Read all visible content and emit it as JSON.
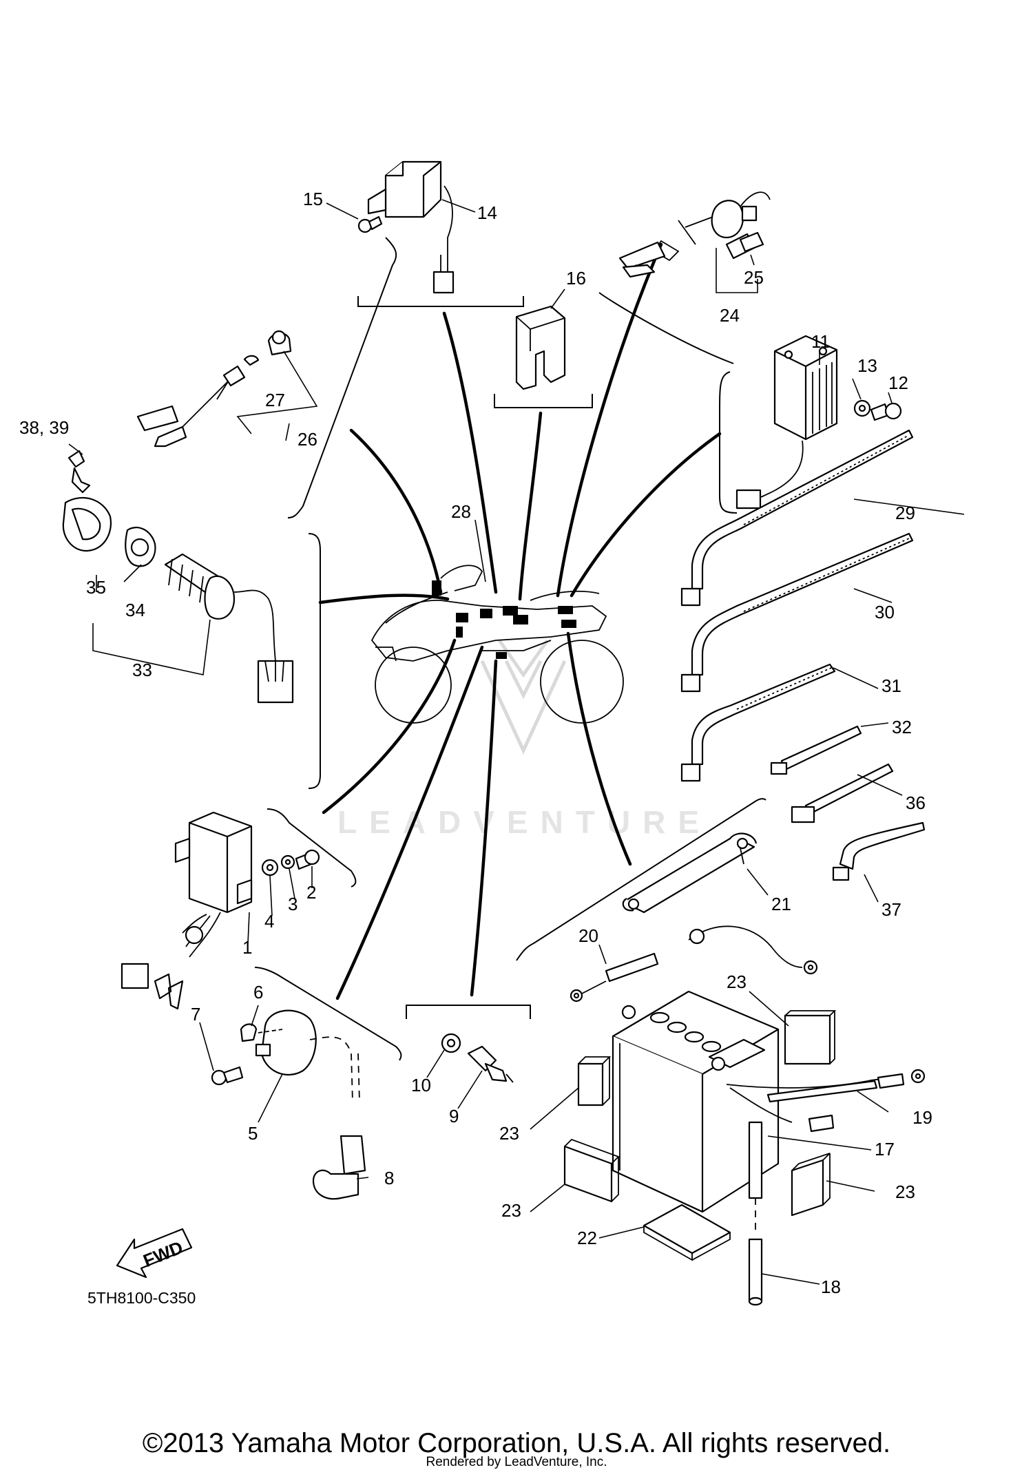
{
  "diagram": {
    "code": "5TH8100-C350",
    "fwd_label": "FWD",
    "watermark": "LEADVENTURE",
    "callouts": {
      "c1": "1",
      "c2": "2",
      "c3": "3",
      "c4": "4",
      "c5": "5",
      "c6": "6",
      "c7": "7",
      "c8": "8",
      "c9": "9",
      "c10": "10",
      "c11": "11",
      "c12": "12",
      "c13": "13",
      "c14": "14",
      "c15": "15",
      "c16": "16",
      "c17": "17",
      "c18": "18",
      "c19": "19",
      "c20": "20",
      "c21": "21",
      "c22": "22",
      "c23a": "23",
      "c23b": "23",
      "c23c": "23",
      "c23d": "23",
      "c24": "24",
      "c25": "25",
      "c26": "26",
      "c27": "27",
      "c28": "28",
      "c29": "29",
      "c30": "30",
      "c31": "31",
      "c32": "32",
      "c33": "33",
      "c34": "34",
      "c35": "35",
      "c36": "36",
      "c37": "37",
      "c3839": "38, 39"
    }
  },
  "footer": {
    "copyright": "©2013 Yamaha Motor Corporation, U.S.A. All rights reserved.",
    "rendered_by": "Rendered by LeadVenture, Inc."
  }
}
